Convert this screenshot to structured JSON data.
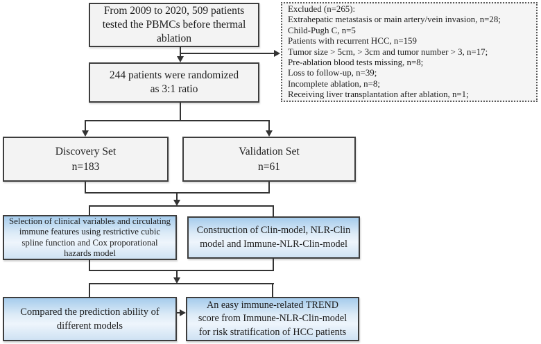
{
  "palette": {
    "background": "#ffffff",
    "line_color": "#333333",
    "box_fill": "#f3f3f3",
    "box_border": "#3d3d3d",
    "dashed_box_fill": "#f5f5f5",
    "dashed_border": "#5a5a5a",
    "blue_box_top": "#a6ccec",
    "blue_box_mid": "#eef5fc",
    "blue_box_bottom": "#cfe2f3"
  },
  "nodes": {
    "enrollment": {
      "lines": [
        "From 2009 to 2020, 509 patients",
        "tested the PBMCs before thermal",
        "ablation"
      ]
    },
    "excluded": {
      "lines": [
        "Excluded (n=265):",
        "Extrahepatic metastasis or main artery/vein invasion, n=28;",
        "Child-Pugh C, n=5",
        "Patients with recurrent HCC, n=159",
        "Tumor size > 5cm,  > 3cm and tumor number > 3, n=17;",
        "Pre-ablation blood tests missing, n=8;",
        "Loss to follow-up, n=39;",
        "Incomplete ablation, n=8;",
        "Receiving liver transplantation after ablation, n=1;"
      ]
    },
    "randomized": {
      "lines": [
        "244 patients were randomized",
        "as 3:1 ratio"
      ]
    },
    "discovery": {
      "lines": [
        "Discovery Set",
        "n=183"
      ]
    },
    "validation": {
      "lines": [
        "Validation Set",
        "n=61"
      ]
    },
    "selection": {
      "lines": [
        "Selection of clinical variables and circulating",
        "immune features using restrictive cubic",
        "spline function and Cox proporational",
        "hazards model"
      ]
    },
    "construction": {
      "lines": [
        "Construction of Clin-model, NLR-Clin",
        "model and Immune-NLR-Clin-model"
      ]
    },
    "comparison": {
      "lines": [
        "Compared the prediction ability of",
        "different models"
      ]
    },
    "trend_score": {
      "lines": [
        "An easy immune-related TREND",
        "score from Immune-NLR-Clin-model",
        "for risk stratification of HCC patients"
      ]
    }
  }
}
